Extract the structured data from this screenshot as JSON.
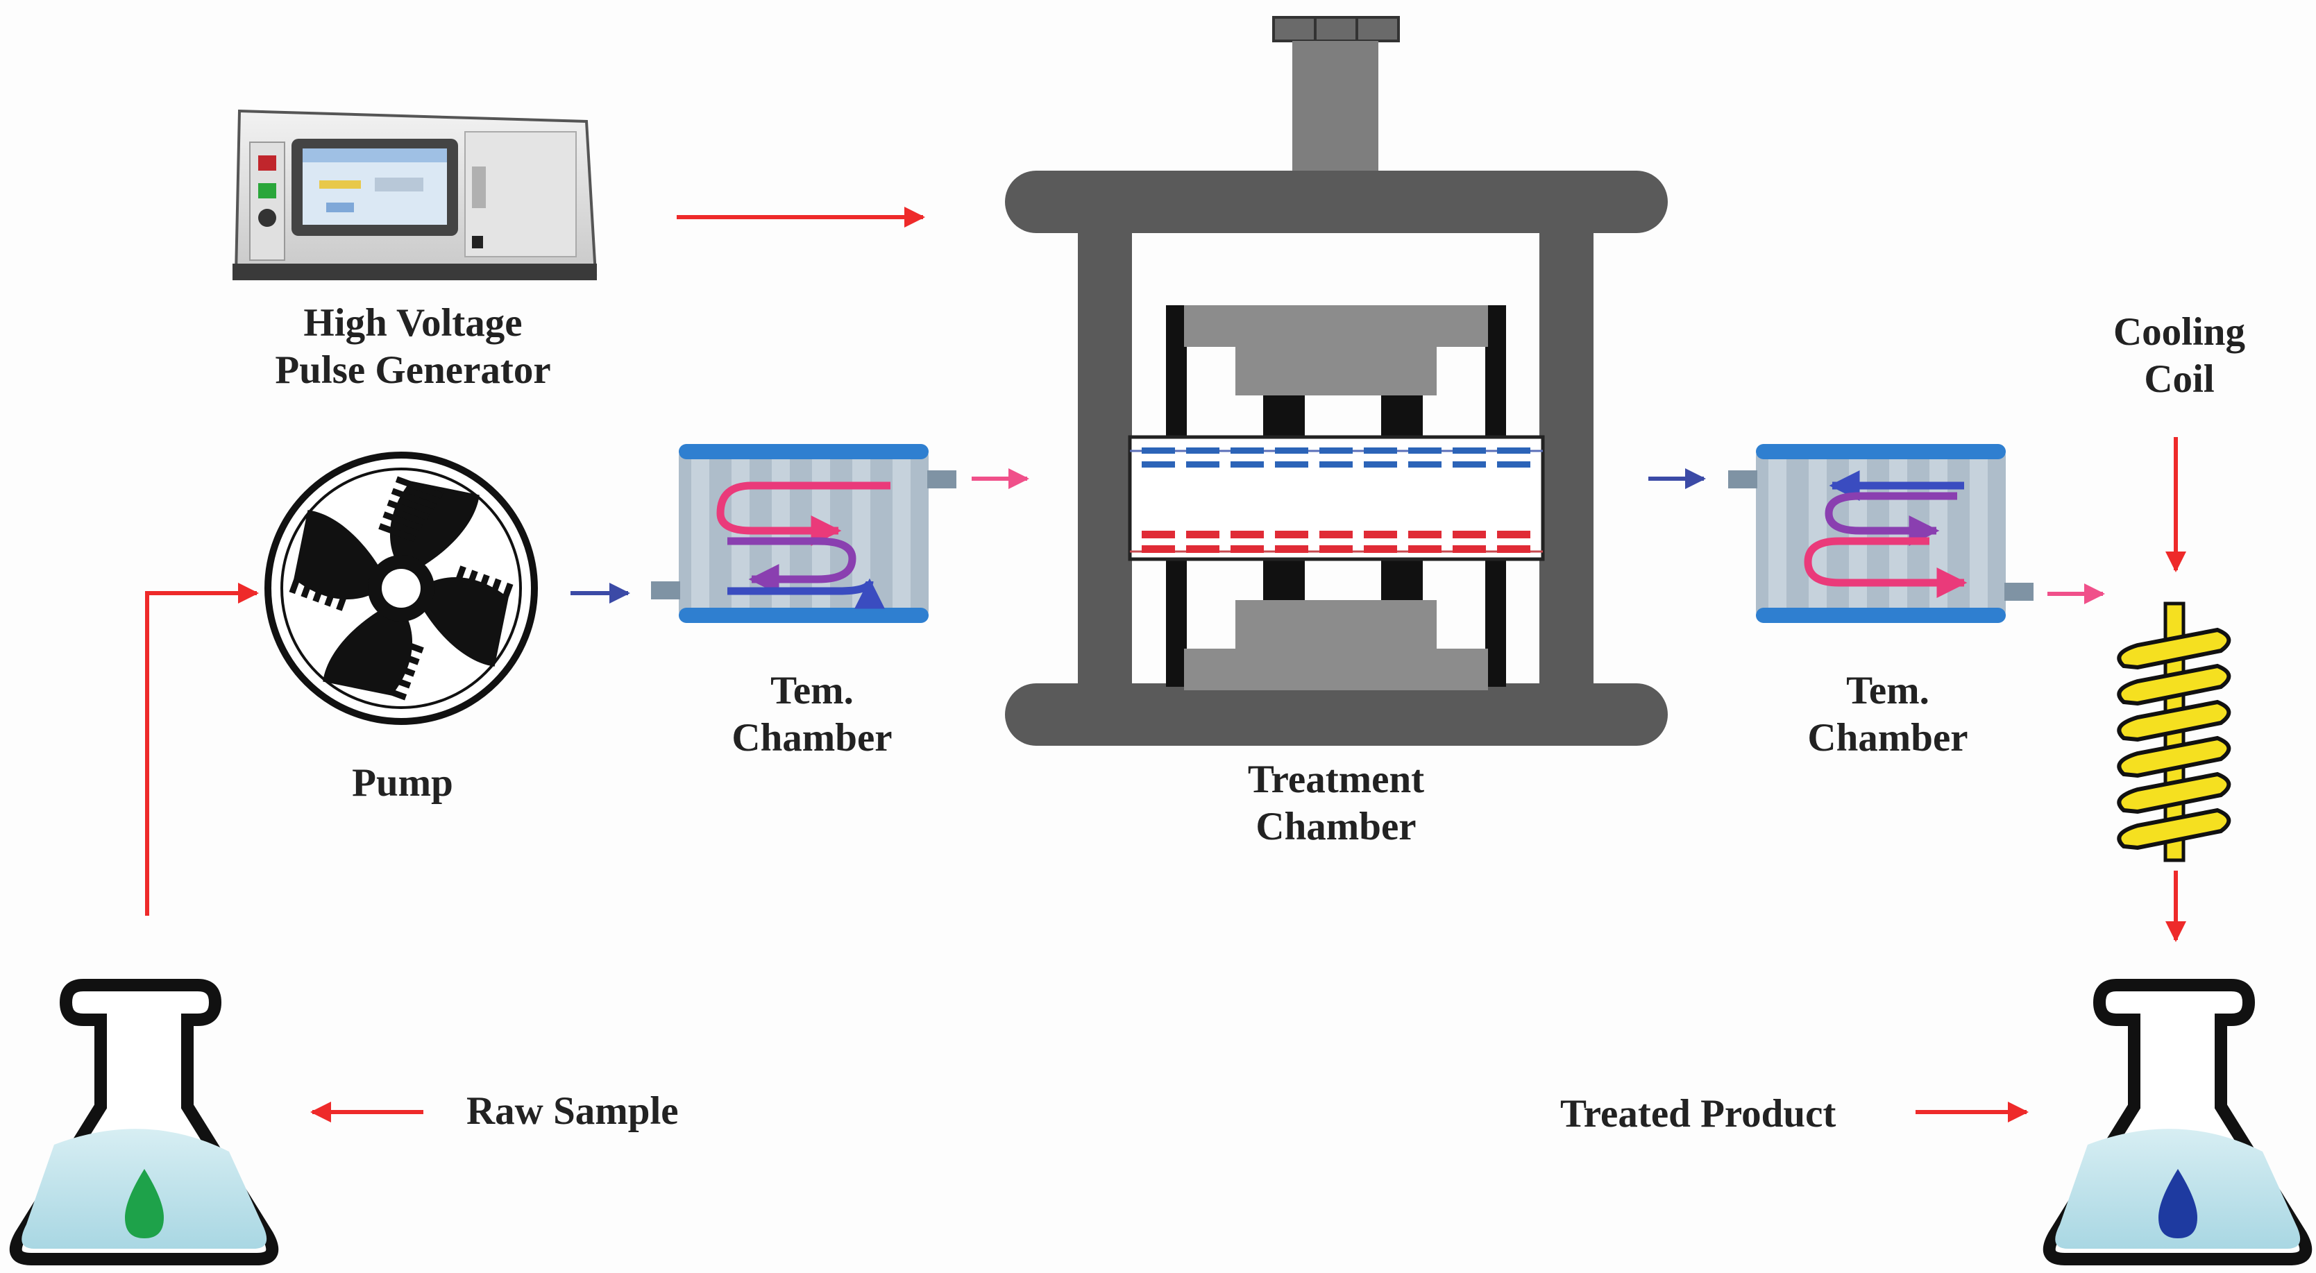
{
  "labels": {
    "pulse_generator": [
      "High Voltage",
      "Pulse Generator"
    ],
    "pump": "Pump",
    "tem_chamber_left": [
      "Tem.",
      "Chamber"
    ],
    "treatment_chamber": [
      "Treatment",
      "Chamber"
    ],
    "tem_chamber_right": [
      "Tem.",
      "Chamber"
    ],
    "cooling_coil": [
      "Cooling",
      "Coil"
    ],
    "raw_sample": "Raw Sample",
    "treated_product": "Treated Product"
  },
  "colors": {
    "arrow_red": "#ee2a2a",
    "arrow_blue": "#3b4aa6",
    "arrow_pink": "#f0508a",
    "frame_gray": "#5a5a5a",
    "chamber_blue": "#2f7fd0",
    "chamber_body": "#9fb3c3",
    "flask_liquid": "#bde3ec",
    "coil_yellow": "#f5e020",
    "drop_green": "#1ea24a",
    "drop_blue": "#1e3aa0",
    "electrode_blue": "#2c64b8",
    "electrode_red": "#e02b36"
  },
  "icons": [
    "pulse-generator-icon",
    "pump-icon",
    "heat-exchanger-icon",
    "treatment-press-icon",
    "cooling-coil-icon",
    "flask-icon",
    "droplet-icon",
    "arrow-icon"
  ]
}
